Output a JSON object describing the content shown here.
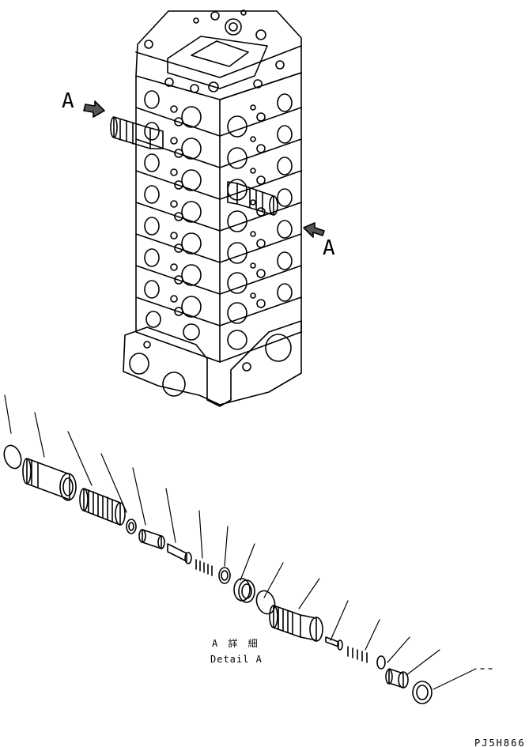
{
  "callouts": {
    "view_a_left": "A",
    "view_a_right": "A"
  },
  "detail": {
    "title_jp": "A 詳 細",
    "title_en": "Detail A"
  },
  "part_number": "PJ5H866",
  "colors": {
    "line": "#000000",
    "background": "#ffffff"
  }
}
